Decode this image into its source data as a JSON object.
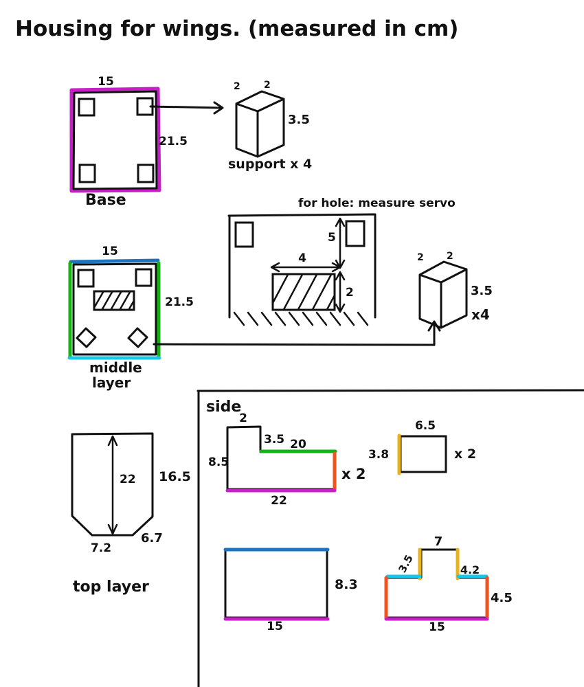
{
  "document": {
    "title": "Housing for wings. (measured in cm)",
    "units": "cm",
    "medium": "hand-drawn sketch"
  },
  "colors": {
    "ink": "#111111",
    "magenta": "#C61FC6",
    "green": "#12B312",
    "blue": "#1E73BE",
    "cyan": "#18C8E8",
    "orange": "#F4511E",
    "gold": "#E8B21A",
    "paper": "#FFFFFF"
  },
  "figures": {
    "base": {
      "label": "Base",
      "width_label": "15",
      "height_label": "21.5",
      "outline_color": "magenta",
      "holes": 4,
      "hole_shape": "square"
    },
    "support_top": {
      "label": "support x 4",
      "dim_left": "2",
      "dim_top": "2",
      "dim_side": "3.5",
      "shape": "isometric-box"
    },
    "middle_layer": {
      "label_line1": "middle",
      "label_line2": "layer",
      "width_label": "15",
      "height_label": "21.5",
      "top_edge_color": "blue",
      "side_edge_color": "green",
      "bottom_edge_color": "cyan",
      "square_holes": 2,
      "diamond_holes": 2,
      "has_hatched_slot": true
    },
    "servo_detail": {
      "note": "for hole: measure servo",
      "dim_vertical_gap": "5",
      "dim_slot_width": "4",
      "dim_slot_height": "2",
      "square_holes": 2,
      "has_hatched_slot": true,
      "has_ground_hatching": true
    },
    "support_right": {
      "dim_left": "2",
      "dim_top": "2",
      "dim_side": "3.5",
      "quantity_label": "x4",
      "shape": "isometric-box"
    },
    "top_layer": {
      "label": "top layer",
      "dim_height_arrow": "22",
      "dim_right_side": "16.5",
      "dim_chamfer": "6.7",
      "dim_bottom": "7.2",
      "shape": "pentagon-chamfered"
    },
    "side_panel": {
      "label": "side",
      "l_shape": {
        "dim_top_short": "2",
        "dim_step": "3.5",
        "dim_top_long": "20",
        "dim_left": "8.5",
        "dim_bottom": "22",
        "quantity_label": "x 2",
        "top_long_color": "green",
        "right_color": "orange",
        "bottom_color": "magenta"
      },
      "small_rect": {
        "dim_top": "6.5",
        "dim_left": "3.8",
        "quantity_label": "x 2",
        "left_color": "gold"
      },
      "plain_rect": {
        "dim_bottom": "15",
        "dim_right": "8.3",
        "top_color": "blue",
        "bottom_color": "magenta"
      },
      "t_shape": {
        "dim_top": "7",
        "dim_left_step": "3.5",
        "dim_right_step": "4.2",
        "dim_right": "4.5",
        "dim_bottom": "15",
        "left_step_color": "gold",
        "right_step_color": "gold",
        "shoulder_color": "cyan",
        "side_color": "orange",
        "bottom_color": "magenta"
      }
    }
  },
  "arrows": {
    "base_to_support": "base hole to support box",
    "middle_to_support_right": "middle layer to right support box"
  }
}
